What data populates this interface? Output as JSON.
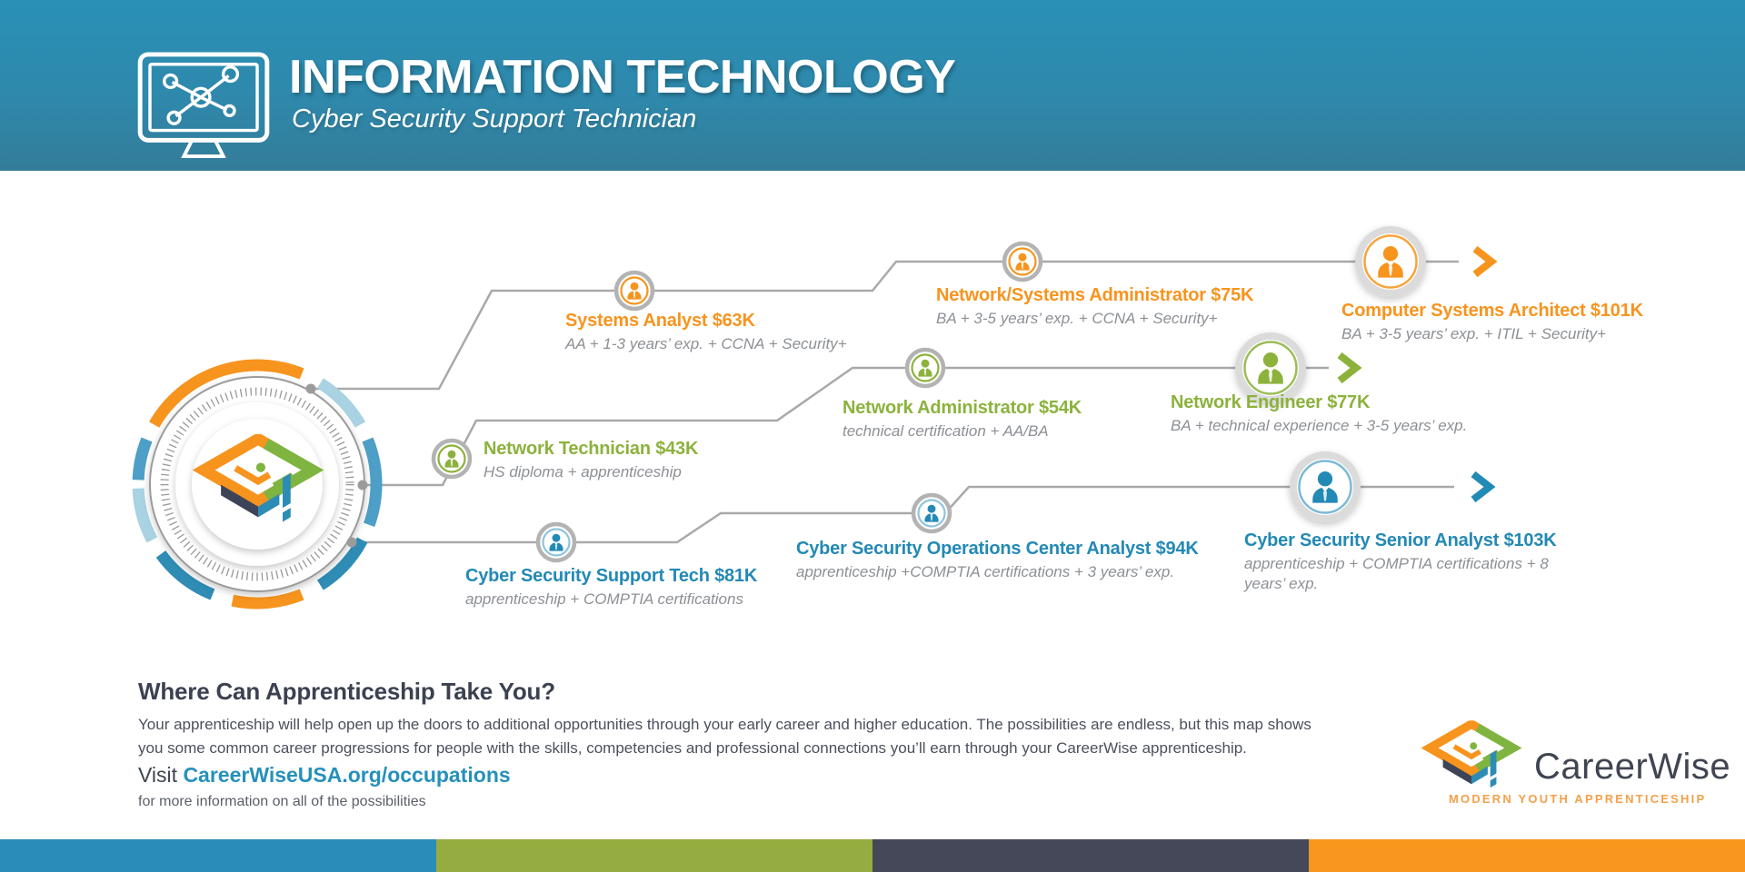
{
  "header": {
    "title": "INFORMATION TECHNOLOGY",
    "subtitle": "Cyber Security Support Technician"
  },
  "tracks": [
    {
      "name": "systems-track",
      "color": "#f7941e",
      "jobs": [
        {
          "title": "Systems Analyst $63K",
          "req": "AA + 1-3 years’ exp. + CCNA + Security+"
        },
        {
          "title": "Network/Systems Administrator $75K",
          "req": "BA + 3-5 years’ exp. + CCNA + Security+"
        },
        {
          "title": "Computer Systems Architect $101K",
          "req": "BA + 3-5 years’ exp. + ITIL + Security+"
        }
      ]
    },
    {
      "name": "network-track",
      "color": "#8cb23c",
      "jobs": [
        {
          "title": "Network Technician $43K",
          "req": "HS diploma + apprenticeship"
        },
        {
          "title": "Network Administrator $54K",
          "req": "technical certification + AA/BA"
        },
        {
          "title": "Network Engineer $77K",
          "req": "BA + technical experience + 3-5 years’ exp."
        }
      ]
    },
    {
      "name": "cyber-security-track",
      "color": "#2389b5",
      "jobs": [
        {
          "title": "Cyber Security Support Tech $81K",
          "req": "apprenticeship + COMPTIA certifications"
        },
        {
          "title": "Cyber Security Operations Center Analyst $94K",
          "req": "apprenticeship +COMPTIA certifications + 3 years’ exp."
        },
        {
          "title": "Cyber Security Senior Analyst $103K",
          "req": "apprenticeship + COMPTIA certifications + 8 years’ exp."
        }
      ]
    }
  ],
  "about": {
    "heading": "Where Can Apprenticeship Take You?",
    "body_line1": "Your apprenticeship will help open up the doors to additional opportunities through your early career and higher education. The possibilities are endless, but this map shows",
    "body_line2": "you some common career progressions for people with the skills, competencies and professional connections you’ll earn through your CareerWise apprenticeship.",
    "visit_prefix": "Visit ",
    "visit_link": "CareerWiseUSA.org/occupations",
    "visit_note": "for more information on all of the possibilities"
  },
  "brand": {
    "name": "CareerWise",
    "tagline": "MODERN YOUTH APPRENTICESHIP"
  },
  "colors": {
    "header_teal": "#2e89ac",
    "track_orange": "#f7941e",
    "track_green": "#8cb23c",
    "track_blue": "#2389b5",
    "connector_gray": "#a9a9a9",
    "requirement_gray": "#8c9095",
    "heading_dark": "#3b4150",
    "footer_segments": [
      "#2a8cb8",
      "#95ad40",
      "#444859",
      "#f8961e"
    ]
  }
}
